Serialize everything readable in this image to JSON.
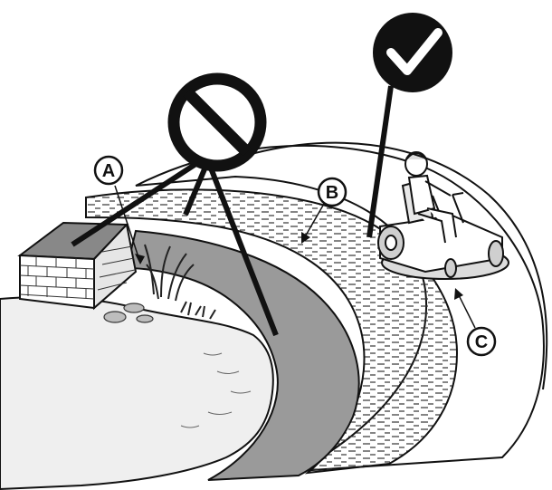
{
  "callouts": {
    "a": "A",
    "b": "B",
    "c": "C"
  },
  "symbols": {
    "prohibited": "no-symbol-icon",
    "approved": "checkmark-icon"
  },
  "colors": {
    "ink": "#111111",
    "water": "#eeeeee",
    "steep_zone": "#9a9a9a",
    "buffer_zone": "#ffffff",
    "lawn": "#ffffff",
    "symbol_fill": "#111111",
    "symbol_mark": "#ffffff"
  }
}
